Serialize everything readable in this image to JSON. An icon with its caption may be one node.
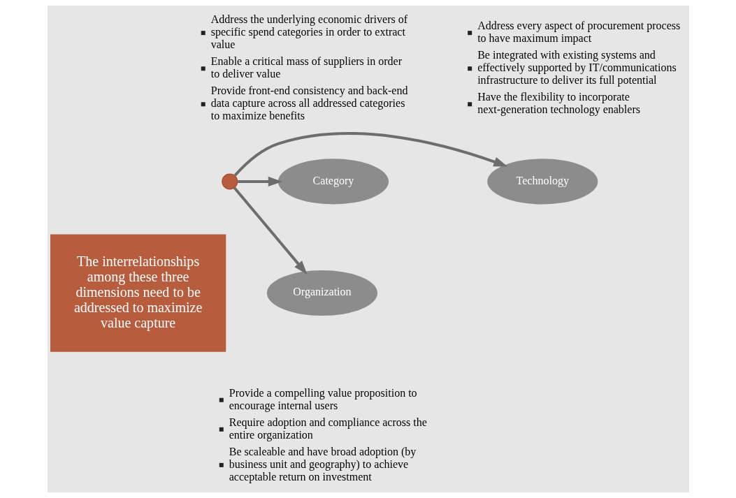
{
  "diagram": {
    "nodes": [
      {
        "text": [
          "Category"
        ],
        "beside": [
          "Address the underlying economic drivers of specific spend categories in order to extract value",
          "Enable a critical mass of suppliers in order to deliver value",
          "Provide front-end consistency and back-end data capture across all addressed categories to maximize benefits"
        ]
      },
      {
        "text": [
          "Technology"
        ],
        "beside": [
          "Address every aspect of procurement process to have maximum impact",
          "Be integrated with existing systems and effectively supported by IT/communications infrastructure to deliver its full potential",
          "Have the flexibility to incorporate next-generation technology enablers"
        ]
      },
      {
        "text": [
          "Organization"
        ],
        "beside": [
          "Provide a compelling value proposition to encourage internal users",
          "Require adoption and compliance across the entire organization",
          "Be scaleable and have broad adoption (by business unit and geography) to achieve acceptable return on investment"
        ]
      },
      {
        "text": [],
        "shape": "circle"
      },
      {
        "text": [
          "The interrelationships among these three dimensions need to be addressed to maximize value capture"
        ]
      }
    ],
    "edges": [
      {
        "from": 3,
        "to": 0,
        "arrow": "to"
      },
      {
        "from": 3,
        "to": 1,
        "arrow": "to"
      },
      {
        "from": 3,
        "to": 2,
        "arrow": "to"
      }
    ]
  }
}
